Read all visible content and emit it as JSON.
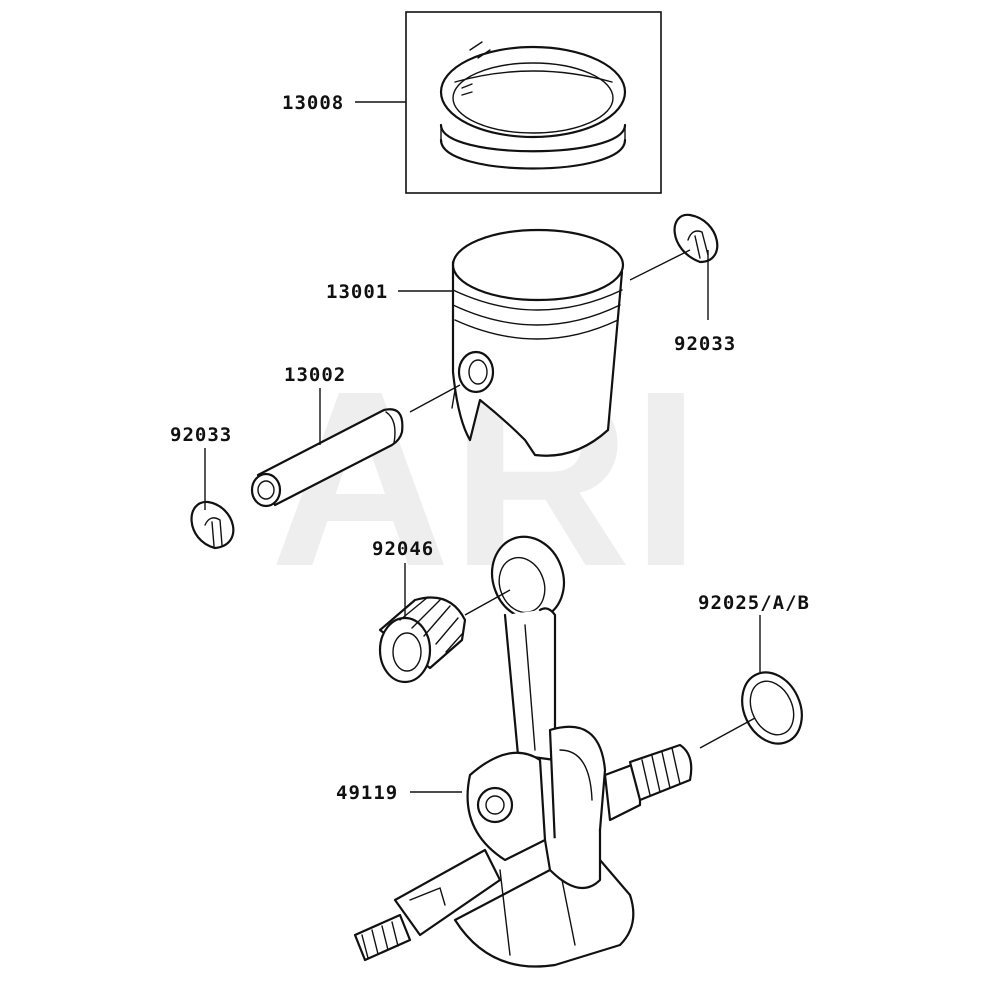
{
  "watermark": "ARI",
  "parts": [
    {
      "number": "13008",
      "name": "piston-ring-set"
    },
    {
      "number": "13001",
      "name": "piston"
    },
    {
      "number": "92033",
      "name": "circlip-right"
    },
    {
      "number": "13002",
      "name": "piston-pin"
    },
    {
      "number": "92033",
      "name": "circlip-left"
    },
    {
      "number": "92046",
      "name": "needle-bearing"
    },
    {
      "number": "92025/A/B",
      "name": "shim-washer"
    },
    {
      "number": "49119",
      "name": "crankshaft-assembly"
    }
  ]
}
